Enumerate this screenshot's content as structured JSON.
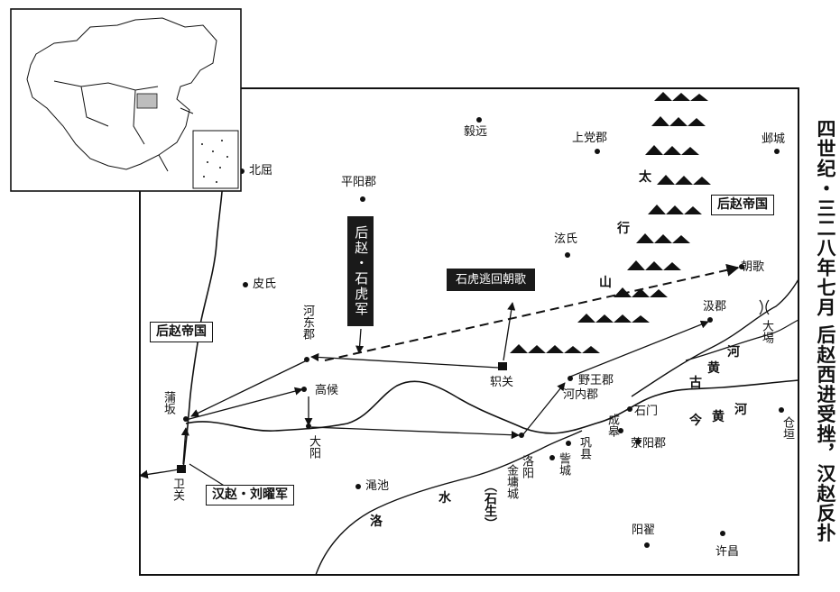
{
  "title": "四世纪・三二八年七月 后赵西进受挫，汉赵反扑",
  "places": {
    "yiyuan": "毅远",
    "shangdang": "上党郡",
    "yecheng": "邺城",
    "beiqu": "北屈",
    "pingyang": "平阳郡",
    "xuanshi": "泫氏",
    "pishi": "皮氏",
    "zhaoge": "朝歌",
    "ji": "汲郡",
    "hedong": "河东郡",
    "zhiguan": "轵关",
    "gaohou": "高候",
    "yewang": "野王郡",
    "henei": "河内郡",
    "dayang": "大阳",
    "puban": "蒲坂",
    "shimen": "石门",
    "chenggao": "成皋",
    "xingyang": "荥阳郡",
    "gong": "巩县",
    "zhaocheng": "訾城",
    "luoyang": "洛阳",
    "jinyong": "金墉城",
    "weiguan": "卫关",
    "mianchi": "渑池",
    "yangzhai": "阳翟",
    "xuchang": "许昌",
    "cangyuan": "仓垣",
    "dadi": "大埸"
  },
  "features": {
    "mountain": [
      "太",
      "行",
      "山"
    ],
    "old_river": [
      "古",
      "黄",
      "河"
    ],
    "new_river": [
      "今",
      "黄",
      "河"
    ],
    "luo_river": [
      "洛",
      "水"
    ],
    "shisheng": "（石生）"
  },
  "labels": {
    "houzhao_ne": "后赵帝国",
    "houzhao_w": "后赵帝国",
    "shihu_army": "后赵・石虎军",
    "shihu_flee": "石虎逃回朝歌",
    "liuyao_army": "汉赵・刘曜军"
  },
  "colors": {
    "ink": "#111111",
    "inset_highlight": "#bdbdbd",
    "dark_box": "#1a1a1a"
  }
}
